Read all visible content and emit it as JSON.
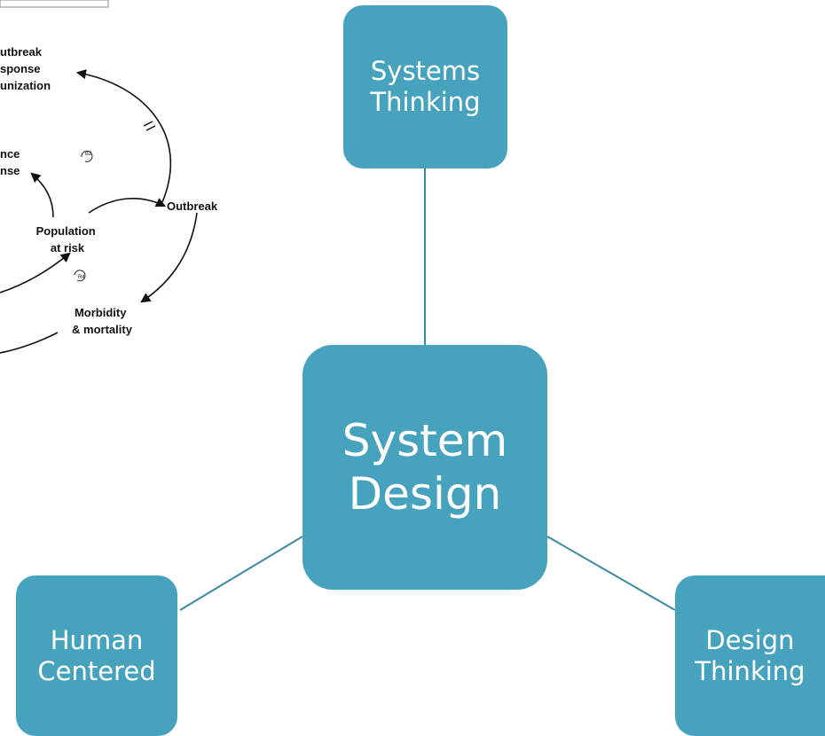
{
  "nodes": {
    "systems_thinking": [
      "Systems",
      "Thinking"
    ],
    "system_design": [
      "System",
      "Design"
    ],
    "human_centered": [
      "Human",
      "Centered"
    ],
    "design_thinking": [
      "Design",
      "Thinking"
    ]
  },
  "causal_loop": {
    "outbreak_response_lines": [
      "utbreak",
      "sponse",
      "unization"
    ],
    "surveillance_lines": [
      "nce",
      "nse"
    ],
    "outbreak": "Outbreak",
    "population_lines": [
      "Population",
      "at risk"
    ],
    "morbidity_lines": [
      "Morbidity",
      "& mortality"
    ],
    "loop_b2": "B2",
    "loop_r4": "R4"
  },
  "colors": {
    "node_fill": "#47a3bd",
    "node_text": "#ffffff",
    "connector": "#3b8aa3"
  }
}
